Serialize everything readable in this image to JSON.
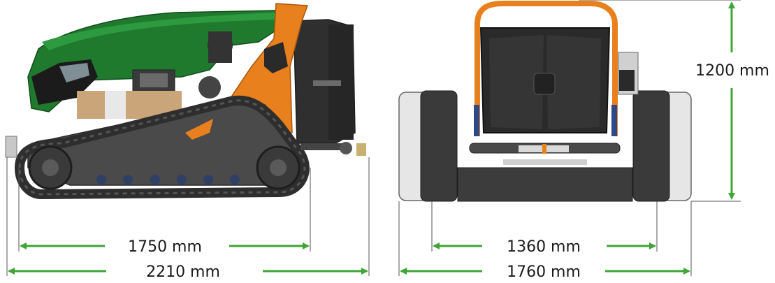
{
  "diagram": {
    "side_view": {
      "track_length_label": "1750 mm",
      "overall_length_label": "2210 mm"
    },
    "rear_view": {
      "track_width_label": "1360 mm",
      "overall_width_label": "1760 mm",
      "height_label": "1200 mm"
    }
  },
  "colors": {
    "dimension_arrow": "#3fa535",
    "body_green": "#1f7a2e",
    "accent_orange": "#e8801e",
    "track_dark": "#2e2e2e",
    "chassis_grey": "#4a4a4a"
  }
}
